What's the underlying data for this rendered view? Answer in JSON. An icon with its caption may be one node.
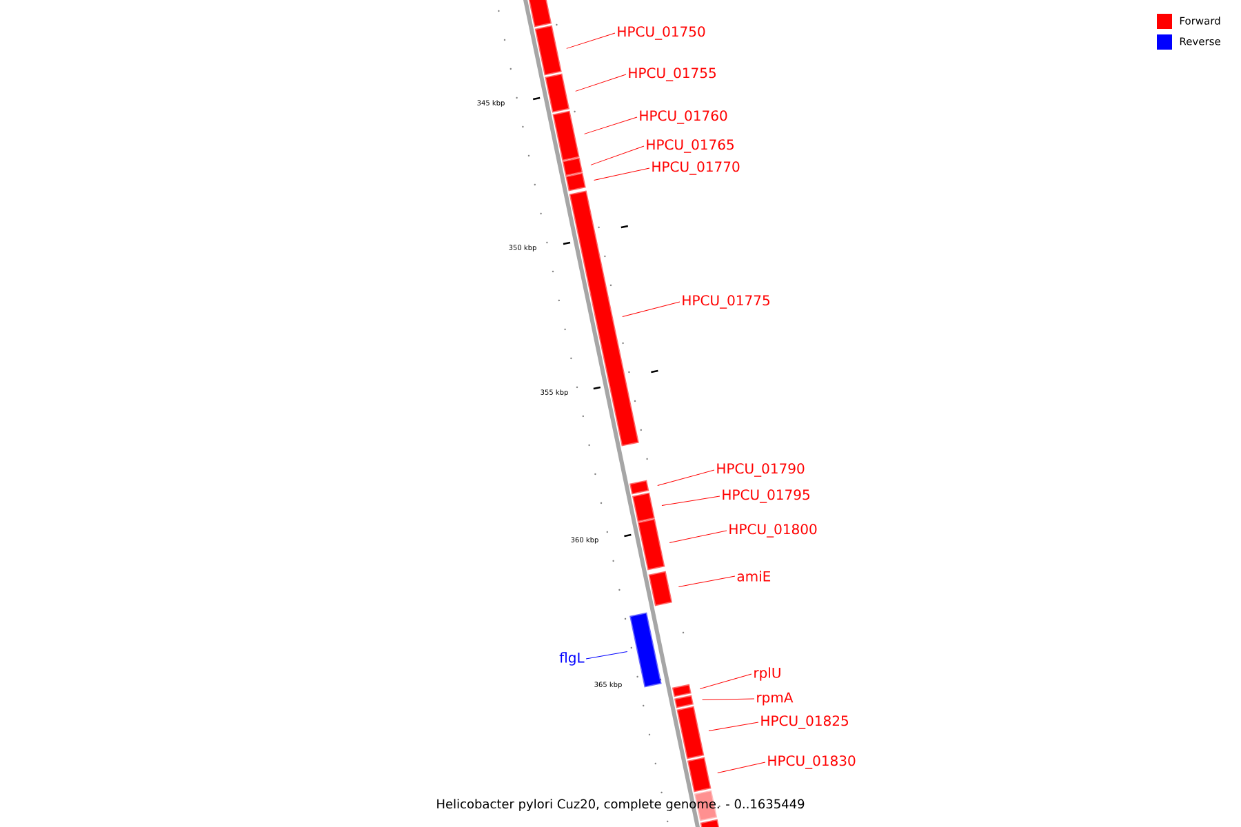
{
  "diagram": {
    "title": "Helicobacter pylori Cuz20, complete genome. - 0..1635449",
    "nodes": [
      {
        "text": [],
        "shape": "bar"
      },
      {
        "text": [
          "HPCU_01750"
        ]
      },
      {
        "text": [],
        "shape": "bar"
      },
      {
        "text": [
          "HPCU_01755"
        ]
      },
      {
        "text": [],
        "shape": "bar"
      },
      {
        "text": [
          "HPCU_01760"
        ]
      },
      {
        "text": [],
        "shape": "bar"
      },
      {
        "text": [
          "HPCU_01765"
        ]
      },
      {
        "text": [],
        "shape": "bar"
      },
      {
        "text": [
          "HPCU_01770"
        ]
      },
      {
        "text": [],
        "shape": "bar"
      },
      {
        "text": [
          "HPCU_01775"
        ]
      },
      {
        "text": [],
        "shape": "bar"
      },
      {
        "text": [
          "HPCU_01790"
        ]
      },
      {
        "text": [],
        "shape": "bar"
      },
      {
        "text": [
          "HPCU_01795"
        ]
      },
      {
        "text": [],
        "shape": "bar"
      },
      {
        "text": [
          "HPCU_01800"
        ]
      },
      {
        "text": [],
        "shape": "bar"
      },
      {
        "text": [
          "amiE"
        ]
      },
      {
        "text": [],
        "shape": "bar"
      },
      {
        "text": [
          "flgL"
        ]
      },
      {
        "text": [],
        "shape": "bar"
      },
      {
        "text": [
          "rplU"
        ]
      },
      {
        "text": [],
        "shape": "bar"
      },
      {
        "text": [
          "rpmA"
        ]
      },
      {
        "text": [],
        "shape": "bar"
      },
      {
        "text": [
          "HPCU_01825"
        ]
      },
      {
        "text": [],
        "shape": "bar"
      },
      {
        "text": [
          "HPCU_01830"
        ]
      },
      {
        "text": [],
        "shape": "bar"
      },
      {
        "text": [],
        "shape": "bar"
      },
      {
        "text": [],
        "shape": "bar"
      }
    ],
    "edges": [
      {
        "from": 1,
        "to": 2,
        "arrow": "none"
      },
      {
        "from": 3,
        "to": 4,
        "arrow": "none"
      },
      {
        "from": 5,
        "to": 6,
        "arrow": "none"
      },
      {
        "from": 7,
        "to": 8,
        "arrow": "none"
      },
      {
        "from": 9,
        "to": 10,
        "arrow": "none"
      },
      {
        "from": 11,
        "to": 12,
        "arrow": "none"
      },
      {
        "from": 13,
        "to": 14,
        "arrow": "none"
      },
      {
        "from": 15,
        "to": 16,
        "arrow": "none"
      },
      {
        "from": 17,
        "to": 18,
        "arrow": "none"
      },
      {
        "from": 19,
        "to": 20,
        "arrow": "none"
      },
      {
        "from": 21,
        "to": 22,
        "arrow": "none",
        "color": "#0000ff"
      },
      {
        "from": 23,
        "to": 24,
        "arrow": "none"
      },
      {
        "from": 25,
        "to": 26,
        "arrow": "none"
      },
      {
        "from": 27,
        "to": 28,
        "arrow": "none"
      },
      {
        "from": 29,
        "to": 30,
        "arrow": "none"
      }
    ],
    "labels": [
      "345 kbp",
      "350 kbp",
      "355 kbp",
      "360 kbp",
      "365 kbp"
    ],
    "legend": [
      {
        "text": "Forward",
        "color": "#ff0000"
      },
      {
        "text": "Reverse",
        "color": "#0000ff"
      }
    ]
  }
}
